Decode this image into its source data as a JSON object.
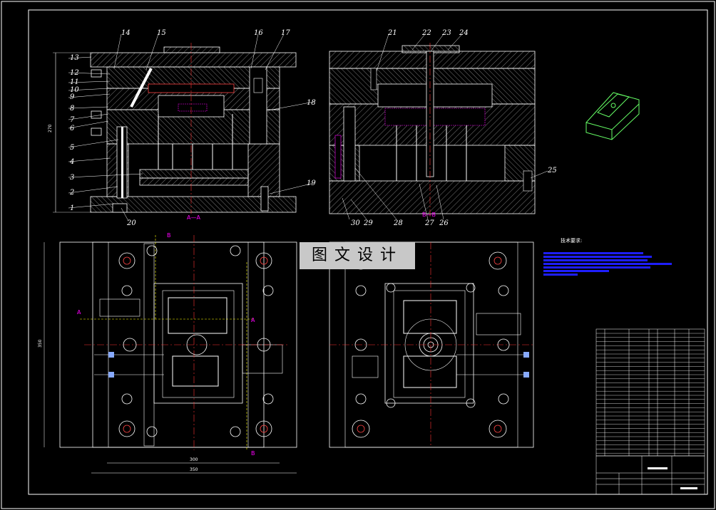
{
  "watermark": "图文设计",
  "colors": {
    "background": "#000000",
    "line": "#ffffff",
    "centerline": "#ff3333",
    "hidden": "#ff00ff",
    "notes": "#1e1eff",
    "model": "#66ff66",
    "hatch": "#bbbbbb"
  },
  "callouts_left": [
    "1",
    "2",
    "3",
    "4",
    "5",
    "6",
    "7",
    "8",
    "9",
    "10",
    "11",
    "12",
    "13",
    "14",
    "15",
    "16",
    "17",
    "18",
    "19",
    "20"
  ],
  "callouts_right": [
    "21",
    "22",
    "23",
    "24",
    "25",
    "26",
    "27",
    "28",
    "29",
    "30"
  ],
  "section_labels": {
    "aa": "A—A",
    "bb": "B—B",
    "a": "A",
    "b": "B"
  },
  "dimensions": {
    "height": "270",
    "plan_height": "350",
    "inner_width": "300",
    "outer_width": "350"
  },
  "technical_requirements_title": "技术要求:"
}
